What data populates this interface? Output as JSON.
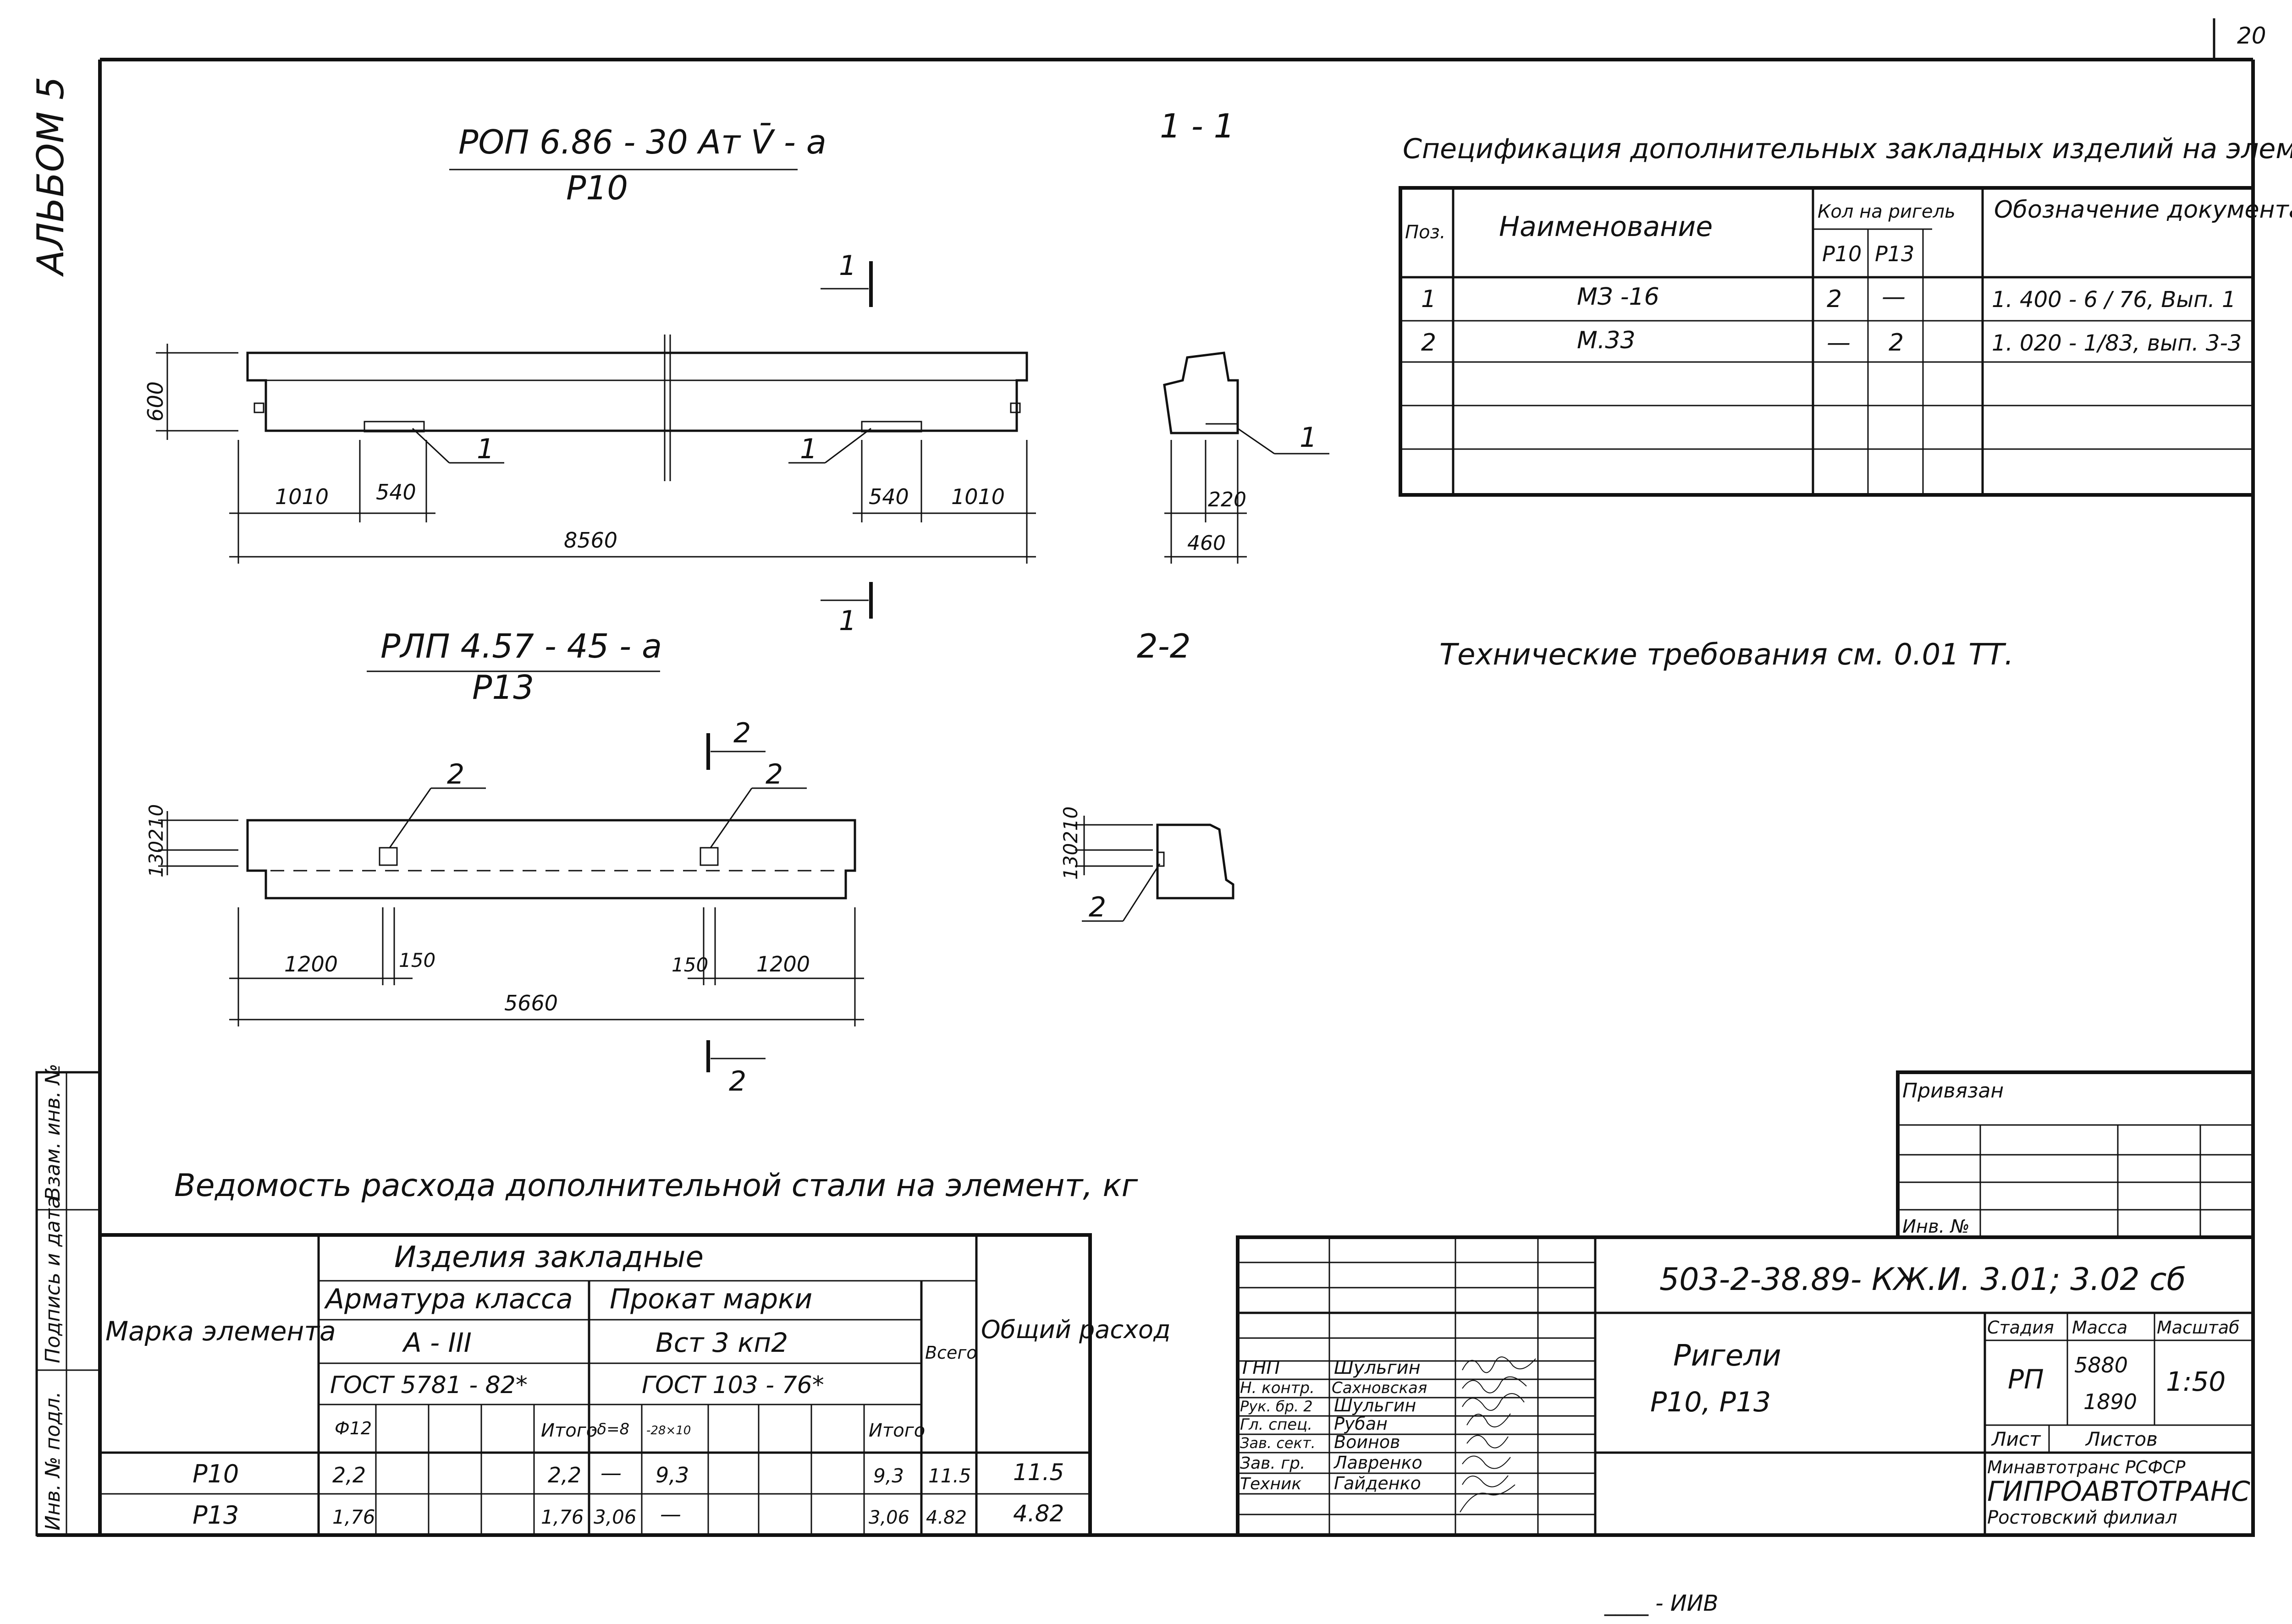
{
  "page_number": "20",
  "album": "АЛЬБОМ 5",
  "side_labels": [
    "Взам. инв. №",
    "Подпись и дата",
    "Инв. № подл."
  ],
  "views": {
    "beam1": {
      "title_top": "РОП 6.86 - 30 Ат V̄ - a",
      "title_bottom": "Р10",
      "height": "600",
      "dims_left": [
        "1010",
        "540"
      ],
      "dims_right": [
        "540",
        "1010"
      ],
      "total": "8560",
      "callout": "1",
      "section_marker": "1"
    },
    "section1": {
      "label": "1 - 1",
      "dim1": "220",
      "dim2": "460",
      "callout": "1"
    },
    "beam2": {
      "title_top": "РЛП 4.57 - 45 - a",
      "title_bottom": "Р13",
      "heights": [
        "130",
        "210"
      ],
      "dims_left": [
        "1200",
        "150"
      ],
      "dims_right": [
        "150",
        "1200"
      ],
      "total": "5660",
      "callouts": [
        "2",
        "2"
      ],
      "section_marker": "2"
    },
    "section2": {
      "label": "2-2",
      "heights": [
        "130",
        "210"
      ],
      "callout": "2"
    }
  },
  "spec": {
    "title": "Спецификация дополнительных закладных изделий на элемент",
    "headers": {
      "pos": "Поз.",
      "name": "Наименование",
      "qty": "Кол на ригель",
      "doc": "Обозначение документа",
      "p10": "Р10",
      "p13": "Р13"
    },
    "rows": [
      {
        "pos": "1",
        "name": "МЗ -16",
        "p10": "2",
        "p13": "—",
        "doc": "1. 400 - 6 / 76, Вып. 1"
      },
      {
        "pos": "2",
        "name": "М.33",
        "p10": "—",
        "p13": "2",
        "doc": "1. 020 - 1/83, вып. 3-3"
      }
    ]
  },
  "tech_req": "Технические требования см. 0.01 ТТ.",
  "steel": {
    "title": "Ведомость расхода дополнительной стали на элемент, кг",
    "headers": {
      "mark": "Марка элемента",
      "items": "Изделия закладные",
      "rebar": "Арматура класса",
      "rebar_class": "А - III",
      "rebar_gost": "ГОСТ 5781 - 82*",
      "rolled": "Прокат марки",
      "rolled_grade": "Вст 3 кп2",
      "rolled_gost": "ГОСТ 103 - 76*",
      "phi": "Ф12",
      "itogo": "Итого",
      "delta": "-δ=8",
      "size": "-28×10",
      "vsego": "Всего",
      "total": "Общий расход"
    },
    "rows": [
      {
        "mark": "Р10",
        "phi": "2,2",
        "itogo1": "2,2",
        "delta": "—",
        "size": "9,3",
        "itogo2": "9,3",
        "vsego": "11.5",
        "total": "11.5"
      },
      {
        "mark": "Р13",
        "phi": "1,76",
        "itogo1": "1,76",
        "delta": "3,06",
        "size": "—",
        "itogo2": "3,06",
        "vsego": "4.82",
        "total": "4.82"
      }
    ]
  },
  "stamp": {
    "bound": "Привязан",
    "inv": "Инв. №",
    "code": "503-2-38.89- КЖ.И. 3.01; 3.02 сб",
    "title_line1": "Ригели",
    "title_line2": "Р10, Р13",
    "stage_h": "Стадия",
    "mass_h": "Масса",
    "scale_h": "Масштаб",
    "stage": "РП",
    "mass1": "5880",
    "mass2": "1890",
    "scale": "1:50",
    "sheet": "Лист",
    "sheets": "Листов",
    "org1": "Минавтотранс РСФСР",
    "org2": "ГИПРОАВТОТРАНС",
    "org3": "Ростовский филиал",
    "people": [
      {
        "role": "ГНП",
        "name": "Шульгин"
      },
      {
        "role": "Н. контр.",
        "name": "Сахновская"
      },
      {
        "role": "Рук. бр. 2",
        "name": "Шульгин"
      },
      {
        "role": "Гл. спец.",
        "name": "Рубан"
      },
      {
        "role": "Зав. сект.",
        "name": "Воинов"
      },
      {
        "role": "Зав. гр.",
        "name": "Лавренко"
      },
      {
        "role": "Техник",
        "name": "Гайденко"
      }
    ]
  },
  "footer_note": "____ - ИИВ"
}
